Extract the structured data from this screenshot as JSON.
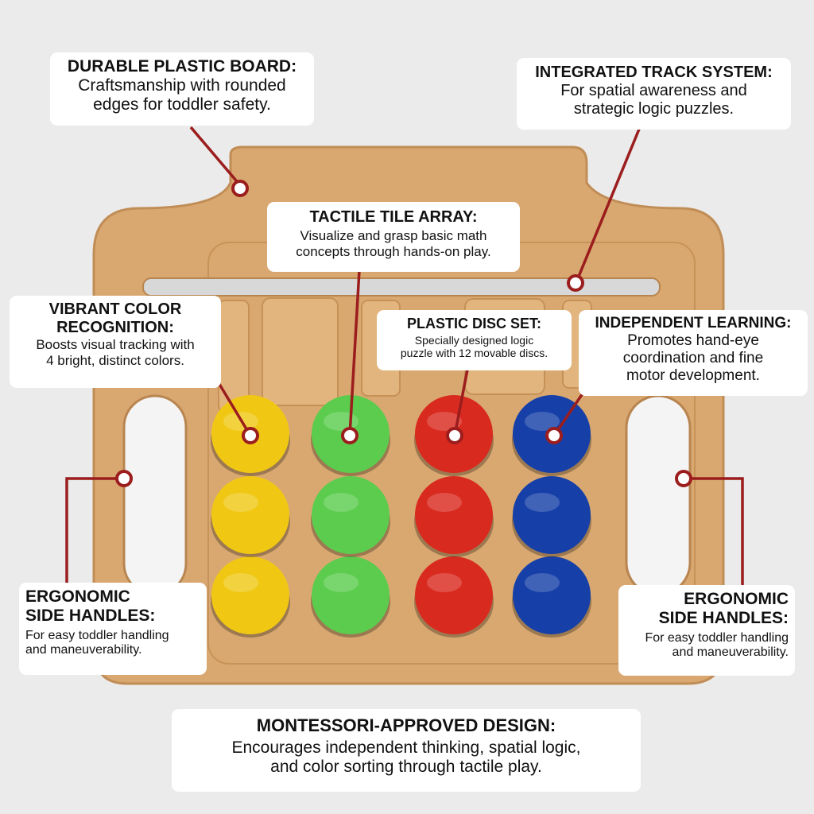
{
  "colors": {
    "board": "#d9a870",
    "board_edge": "#c18d56",
    "accent_line": "#9b1d1d",
    "yellow": "#f0c814",
    "green": "#5ccc4e",
    "red": "#d92a1f",
    "blue": "#1640a8"
  },
  "disc_columns": [
    "yellow",
    "green",
    "red",
    "blue"
  ],
  "callouts": {
    "durable": {
      "title": "DURABLE PLASTIC BOARD:",
      "body_line1": "Craftsmanship with rounded",
      "body_line2": "edges for toddler safety."
    },
    "track": {
      "title": "INTEGRATED TRACK SYSTEM:",
      "body_line1": "For spatial awareness and",
      "body_line2": "strategic logic puzzles."
    },
    "tactile": {
      "title": "TACTILE TILE ARRAY:",
      "body_line1": "Visualize and grasp basic math",
      "body_line2": "concepts through hands-on play."
    },
    "vibrant": {
      "title_line1": "VIBRANT COLOR",
      "title_line2": "RECOGNITION:",
      "body_line1": "Boosts visual tracking with",
      "body_line2": "4 bright, distinct colors."
    },
    "disc": {
      "title": "PLASTIC DISC SET:",
      "body_line1": "Specially designed logic",
      "body_line2": "puzzle with 12 movable discs."
    },
    "independent": {
      "title": "INDEPENDENT LEARNING:",
      "body_line1": "Promotes hand-eye",
      "body_line2": "coordination and fine",
      "body_line3": "motor development."
    },
    "handle_left": {
      "title_line1": "ERGONOMIC",
      "title_line2": "SIDE HANDLES:",
      "body_line1": "For easy toddler handling",
      "body_line2": "and maneuverability."
    },
    "handle_right": {
      "title_line1": "ERGONOMIC",
      "title_line2": "SIDE HANDLES:",
      "body_line1": "For easy toddler handling",
      "body_line2": "and maneuverability."
    },
    "montessori": {
      "title": "MONTESSORI-APPROVED DESIGN:",
      "body_line1": "Encourages independent thinking, spatial logic,",
      "body_line2": "and color sorting through tactile play."
    }
  }
}
